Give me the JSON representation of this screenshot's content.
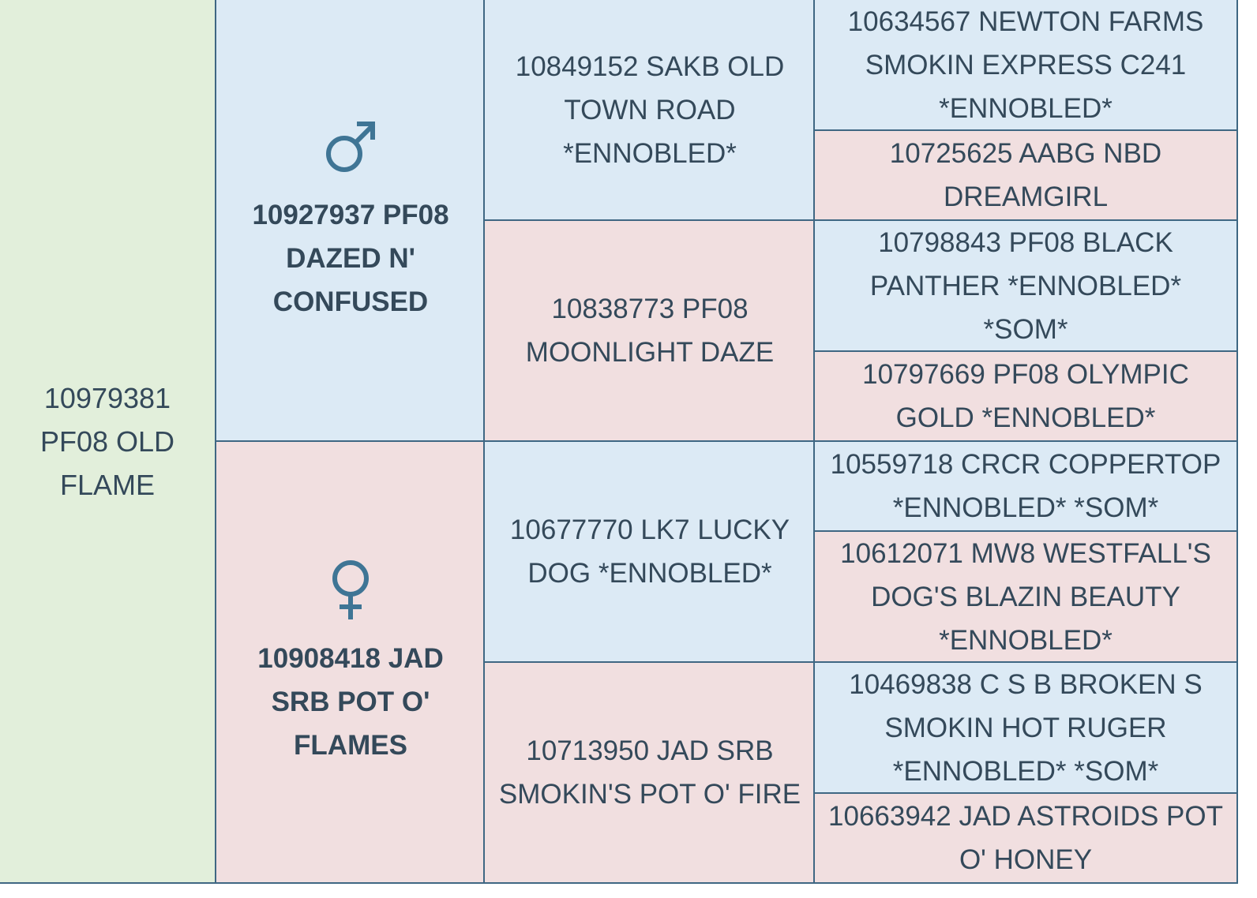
{
  "subject": {
    "name": "10979381 PF08 OLD FLAME"
  },
  "sire": {
    "symbol": "male-symbol-icon",
    "name": "10927937 PF08 DAZED N' CONFUSED"
  },
  "dam": {
    "symbol": "female-symbol-icon",
    "name": "10908418 JAD SRB POT O' FLAMES"
  },
  "grandparents": {
    "sire_sire": "10849152 SAKB OLD TOWN ROAD *ENNOBLED*",
    "sire_dam": "10838773 PF08 MOONLIGHT DAZE",
    "dam_sire": "10677770 LK7 LUCKY DOG *ENNOBLED*",
    "dam_dam": "10713950 JAD SRB SMOKIN'S POT O' FIRE"
  },
  "great_grandparents": [
    "10634567 NEWTON FARMS SMOKIN EXPRESS C241 *ENNOBLED*",
    "10725625 AABG NBD DREAMGIRL",
    "10798843 PF08 BLACK PANTHER *ENNOBLED* *SOM*",
    "10797669 PF08 OLYMPIC GOLD *ENNOBLED*",
    "10559718 CRCR COPPERTOP *ENNOBLED* *SOM*",
    "10612071 MW8 WESTFALL'S DOG'S BLAZIN BEAUTY *ENNOBLED*",
    "10469838 C S B BROKEN S SMOKIN HOT RUGER *ENNOBLED* *SOM*",
    "10663942 JAD ASTROIDS POT O' HONEY"
  ],
  "colors": {
    "subject": "#e2efdb",
    "male": "#dceaf5",
    "female": "#f1dfe0",
    "border": "#3f6783",
    "text": "#34495a",
    "symbol": "#3f7595"
  }
}
